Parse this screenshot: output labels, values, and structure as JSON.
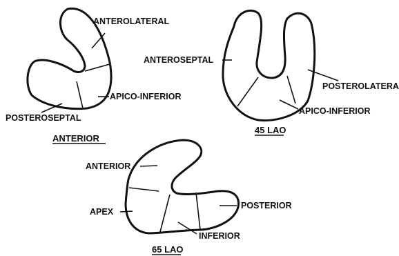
{
  "views": {
    "anterior": {
      "caption": "ANTERIOR",
      "labels": {
        "anterolateral": "ANTEROLATERAL",
        "apico_inferior": "APICO-INFERIOR",
        "posteroseptal": "POSTEROSEPTAL"
      }
    },
    "lao45": {
      "caption": "45 LAO",
      "labels": {
        "anteroseptal": "ANTEROSEPTAL",
        "posterolateral": "POSTEROLATERAL",
        "apico_inferior": "APICO-INFERIOR"
      }
    },
    "lao65": {
      "caption": "65 LAO",
      "labels": {
        "anterior": "ANTERIOR",
        "apex": "APEX",
        "posterior": "POSTERIOR",
        "inferior": "INFERIOR"
      }
    }
  }
}
